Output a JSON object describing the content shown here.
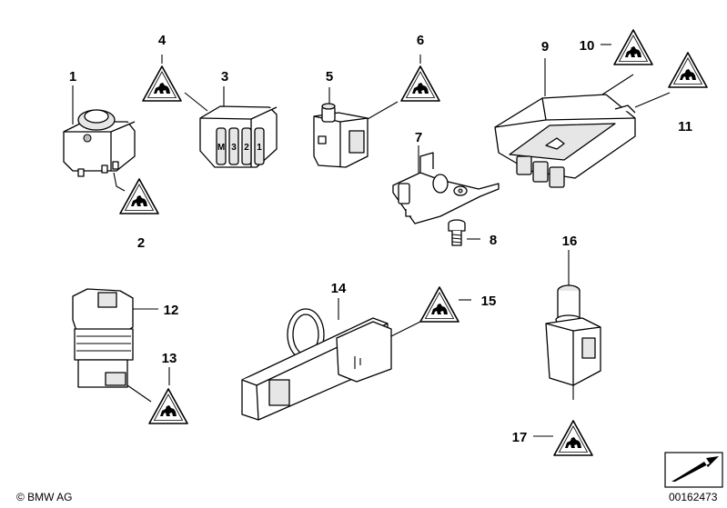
{
  "diagram": {
    "callouts": [
      {
        "id": "1",
        "label": "1"
      },
      {
        "id": "2",
        "label": "2"
      },
      {
        "id": "3",
        "label": "3"
      },
      {
        "id": "4",
        "label": "4"
      },
      {
        "id": "5",
        "label": "5"
      },
      {
        "id": "6",
        "label": "6"
      },
      {
        "id": "7",
        "label": "7"
      },
      {
        "id": "8",
        "label": "8"
      },
      {
        "id": "9",
        "label": "9"
      },
      {
        "id": "10",
        "label": "10"
      },
      {
        "id": "11",
        "label": "11"
      },
      {
        "id": "12",
        "label": "12"
      },
      {
        "id": "13",
        "label": "13"
      },
      {
        "id": "14",
        "label": "14"
      },
      {
        "id": "15",
        "label": "15"
      },
      {
        "id": "16",
        "label": "16"
      },
      {
        "id": "17",
        "label": "17"
      }
    ],
    "switch_button_labels": [
      "M",
      "3",
      "2",
      "1"
    ],
    "copyright": "© BMW AG",
    "drawing_number": "00162473"
  }
}
